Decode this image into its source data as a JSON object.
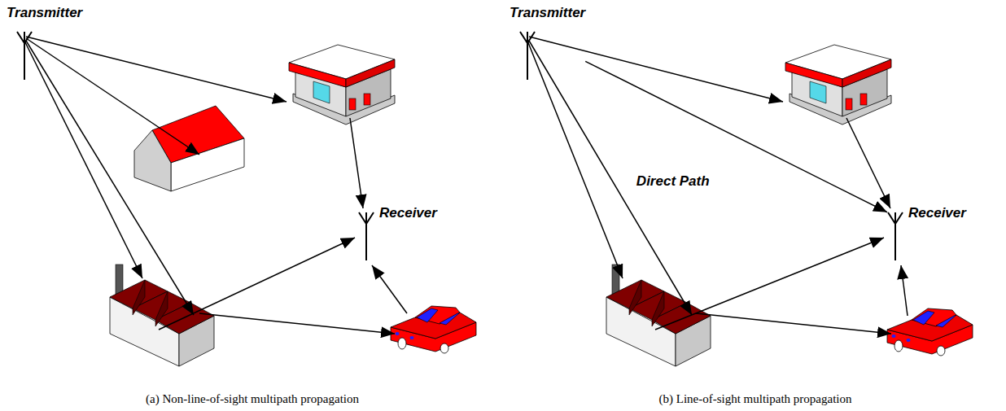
{
  "diagram": {
    "nodes": [
      {
        "text": [
          "Transmitter"
        ]
      },
      {
        "text": [
          "Receiver"
        ]
      },
      {
        "text": [
          "Transmitter"
        ]
      },
      {
        "text": [
          "Receiver"
        ]
      }
    ],
    "edges": [
      {
        "from": 2,
        "to": 3,
        "arrow": "to",
        "label": "Direct Path"
      }
    ],
    "labels": [
      "(a) Non-line-of-sight multipath propagation",
      "(b) Line-of-sight multipath propagation"
    ]
  }
}
